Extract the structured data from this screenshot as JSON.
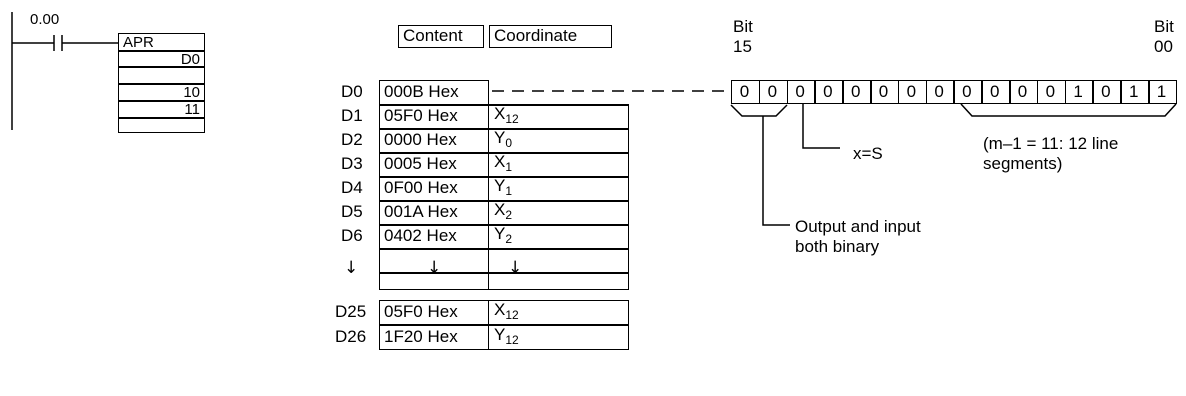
{
  "ladder": {
    "contact_address": "0.00",
    "instruction": "APR",
    "operands": [
      "D0",
      "10",
      "11"
    ]
  },
  "table": {
    "headers": {
      "content": "Content",
      "coordinate": "Coordinate"
    },
    "rows": [
      {
        "word": "D0",
        "content": "000B Hex",
        "coord_letter": "",
        "coord_sub": ""
      },
      {
        "word": "D1",
        "content": "05F0 Hex",
        "coord_letter": "X",
        "coord_sub": "12"
      },
      {
        "word": "D2",
        "content": "0000 Hex",
        "coord_letter": "Y",
        "coord_sub": "0"
      },
      {
        "word": "D3",
        "content": "0005 Hex",
        "coord_letter": "X",
        "coord_sub": "1"
      },
      {
        "word": "D4",
        "content": "0F00 Hex",
        "coord_letter": "Y",
        "coord_sub": "1"
      },
      {
        "word": "D5",
        "content": "001A Hex",
        "coord_letter": "X",
        "coord_sub": "2"
      },
      {
        "word": "D6",
        "content": "0402 Hex",
        "coord_letter": "Y",
        "coord_sub": "2"
      }
    ],
    "ellipsis_arrow": "↓",
    "tail_rows": [
      {
        "word": "D25",
        "content": "05F0 Hex",
        "coord_letter": "X",
        "coord_sub": "12"
      },
      {
        "word": "D26",
        "content": "1F20 Hex",
        "coord_letter": "Y",
        "coord_sub": "12"
      }
    ]
  },
  "bits": {
    "left_label_top": "Bit",
    "left_label_bottom": "15",
    "right_label_top": "Bit",
    "right_label_bottom": "00",
    "values": [
      "0",
      "0",
      "0",
      "0",
      "0",
      "0",
      "0",
      "0",
      "0",
      "0",
      "0",
      "0",
      "1",
      "0",
      "1",
      "1"
    ]
  },
  "annotations": {
    "xs": "x=S",
    "count_line1": "(m–1 = 11: 12 line",
    "count_line2": "segments)",
    "binary_line1": "Output and input",
    "binary_line2": "both binary"
  }
}
